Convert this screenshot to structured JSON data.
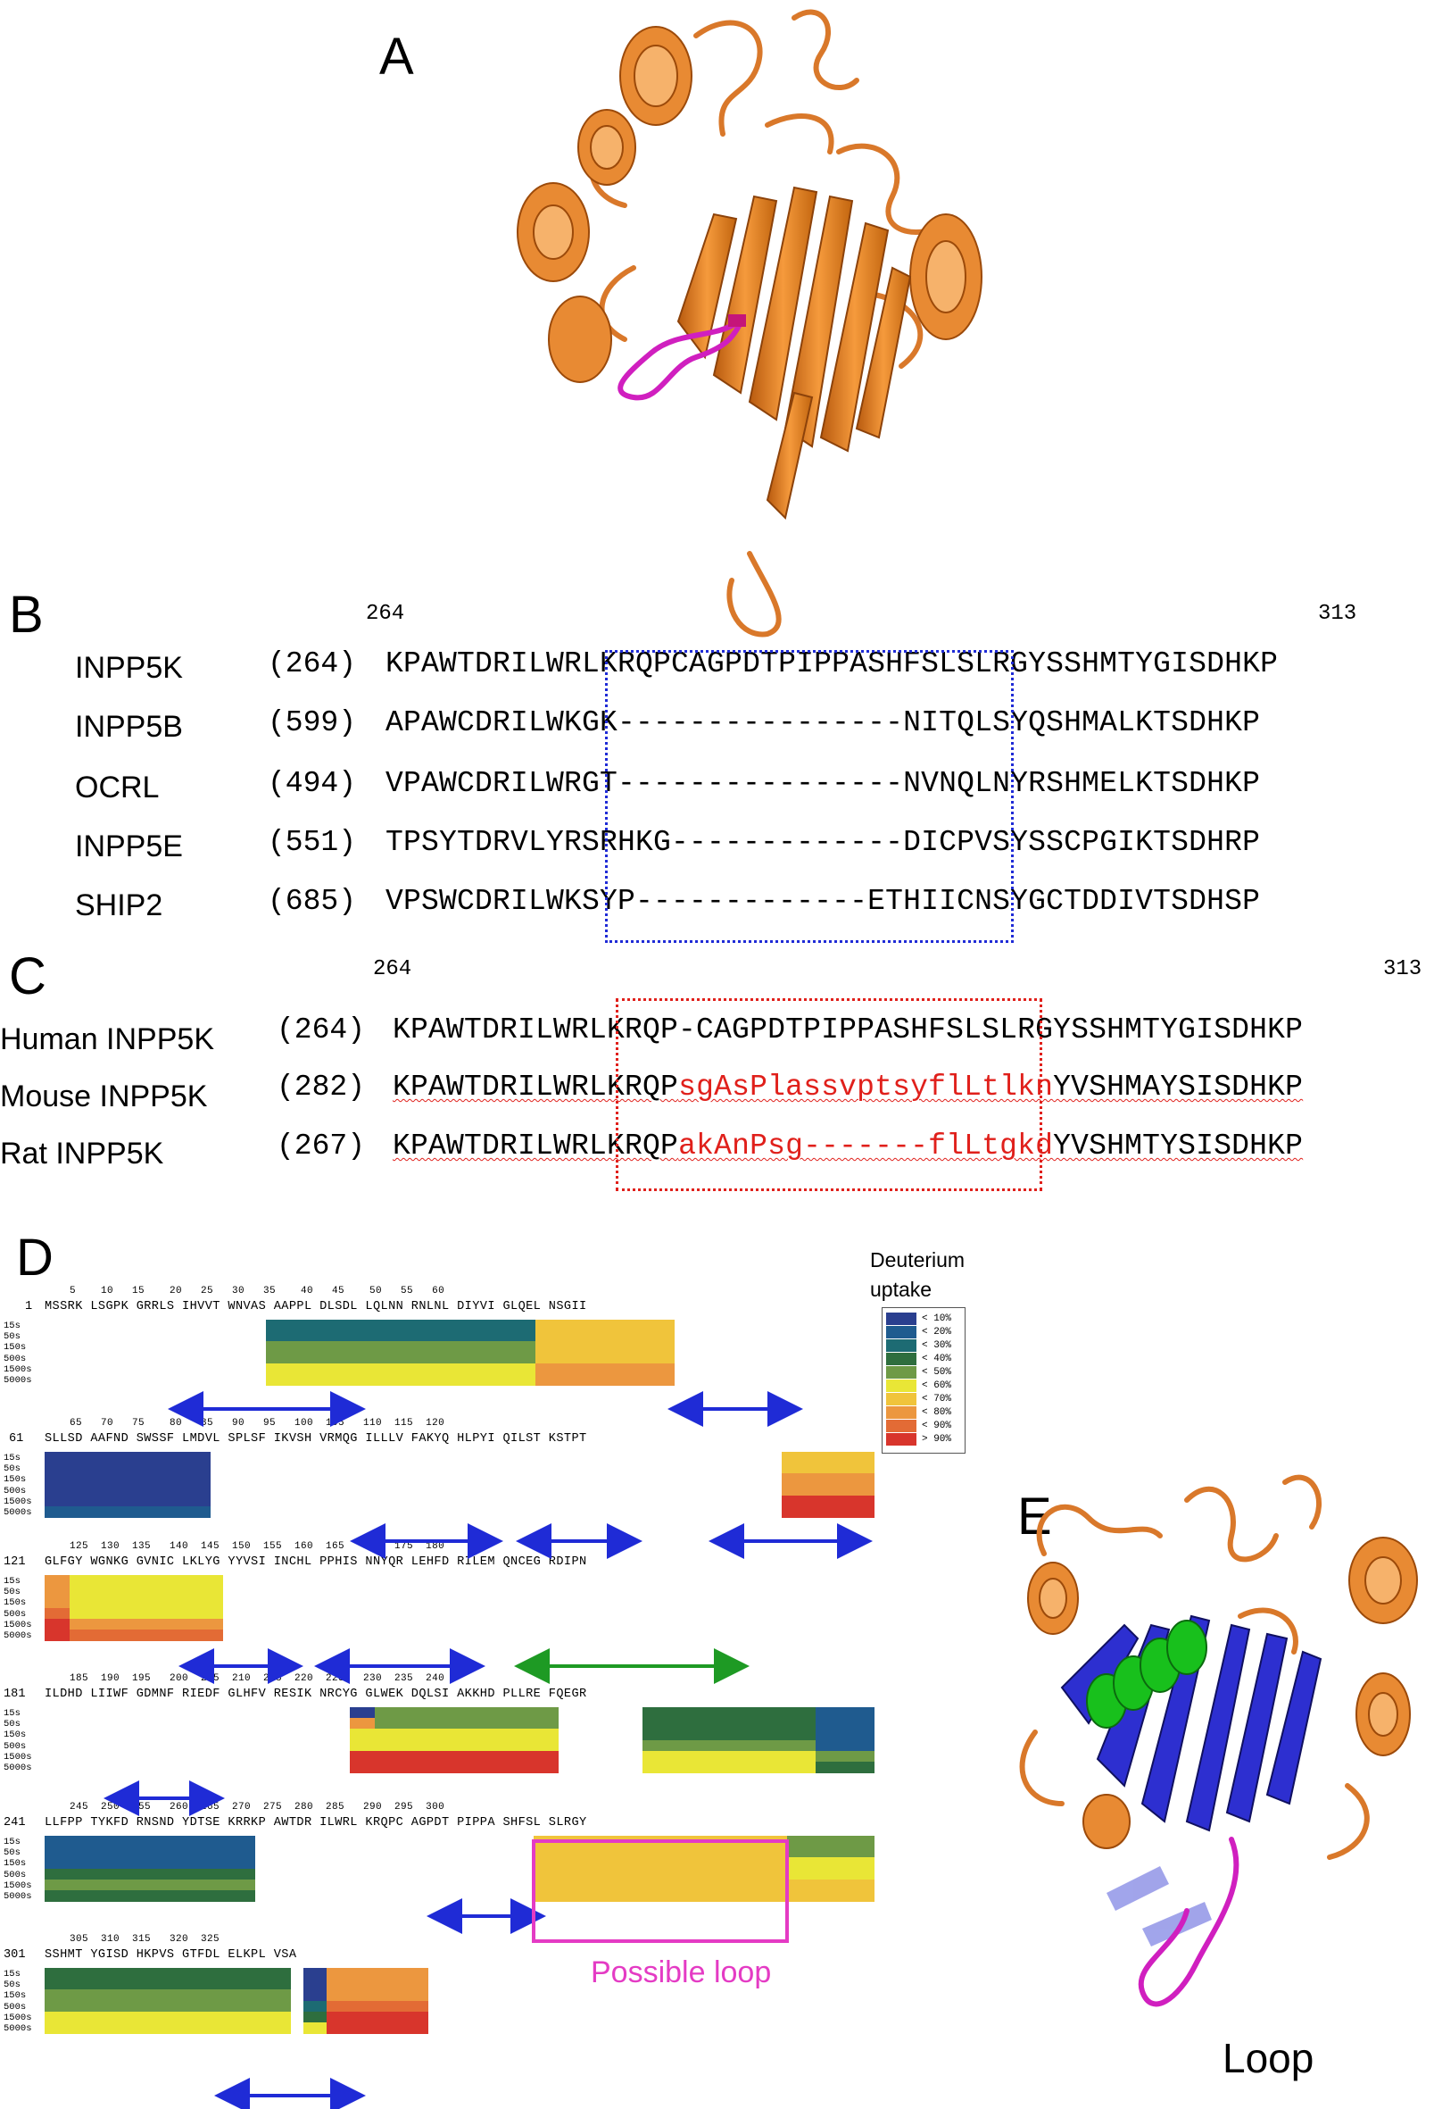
{
  "panels": {
    "a": "A",
    "b": "B",
    "c": "C",
    "d": "D",
    "e": "E"
  },
  "panel_b": {
    "start": "264",
    "end": "313",
    "rows": [
      {
        "name": "INPP5K",
        "num": "(264)",
        "seq": "KPAWTDRILWRLKRQPCAGPDTPIPPASHFSLSLRGYSSHMTYGISDHKP"
      },
      {
        "name": "INPP5B",
        "num": "(599)",
        "seq": "APAWCDRILWKGK----------------NITQLSYQSHMALKTSDHKP"
      },
      {
        "name": "OCRL",
        "num": "(494)",
        "seq": "VPAWCDRILWRGT----------------NVNQLNYRSHMELKTSDHKP"
      },
      {
        "name": "INPP5E",
        "num": "(551)",
        "seq": "TPSYTDRVLYRSRHKG-------------DICPVSYSSCPGIKTSDHRP"
      },
      {
        "name": "SHIP2",
        "num": "(685)",
        "seq": "VPSWCDRILWKSYP-------------ETHIICNSYGCTDDIVTSDHSP"
      }
    ]
  },
  "panel_c": {
    "start": "264",
    "end": "313",
    "rows": [
      {
        "name": "Human INPP5K",
        "num": "(264)",
        "black1": "KPAWTDRILWRLKRQP-CAGPDTPIPPASHFSLSLRGYSSHMTYGISDHKP",
        "red": "",
        "black2": ""
      },
      {
        "name": "Mouse INPP5K",
        "num": "(282)",
        "black1": "KPAWTDRILWRLKRQP",
        "red": "sgAsPlassvptsyflLtlkn",
        "black2": "YVSHMAYSISDHKP"
      },
      {
        "name": "Rat INPP5K",
        "num": "(267)",
        "black1": "KPAWTDRILWRLKRQP",
        "red": "akAnPsg-------flLtgkd",
        "black2": "YVSHMTYSISDHKP"
      }
    ]
  },
  "panel_d": {
    "legend_title_1": "Deuterium",
    "legend_title_2": "uptake",
    "legend": [
      {
        "label": "< 10%",
        "color": "#2a3f8f"
      },
      {
        "label": "< 20%",
        "color": "#1f5b8f"
      },
      {
        "label": "< 30%",
        "color": "#1d6b73"
      },
      {
        "label": "< 40%",
        "color": "#2e6e3e"
      },
      {
        "label": "< 50%",
        "color": "#6e9a46"
      },
      {
        "label": "< 60%",
        "color": "#e9e636"
      },
      {
        "label": "< 70%",
        "color": "#f0c43b"
      },
      {
        "label": "< 80%",
        "color": "#ec973f"
      },
      {
        "label": "< 90%",
        "color": "#e36b35"
      },
      {
        "label": "> 90%",
        "color": "#d8352c"
      }
    ],
    "time_labels": [
      "15s",
      "50s",
      "150s",
      "500s",
      "1500s",
      "5000s"
    ],
    "rows": [
      {
        "start": "1",
        "ticks": "    5    10   15    20   25   30   35    40   45    50   55   60",
        "seq": "MSSRK LSGPK GRRLS IHVVT WNVAS AAPPL DLSDL LQLNN RNLNL DIYVI GLQEL NSGII"
      },
      {
        "start": "61",
        "ticks": "    65   70   75    80   85   90   95   100  105   110  115  120",
        "seq": "SLLSD AAFND SWSSF LMDVL SPLSF IKVSH VRMQG ILLLV FAKYQ HLPYI QILST KSTPT"
      },
      {
        "start": "121",
        "ticks": "    125  130  135   140  145  150  155  160  165   170  175  180",
        "seq": "GLFGY WGNKG GVNIC LKLYG YYVSI INCHL PPHIS NNYQR LEHFD RILEM QNCEG RDIPN"
      },
      {
        "start": "181",
        "ticks": "    185  190  195   200  205  210  215  220  225   230  235  240",
        "seq": "ILDHD LIIWF GDMNF RIEDF GLHFV RESIK NRCYG GLWEK DQLSI AKKHD PLLRE FQEGR"
      },
      {
        "start": "241",
        "ticks": "    245  250  255   260  265  270  275  280  285   290  295  300",
        "seq": "LLFPP TYKFD RNSND YDTSE KRRKP AWTDR ILWRL KRQPC AGPDT PIPPA SHFSL SLRGY"
      },
      {
        "start": "301",
        "ticks": "    305  310  315   320  325",
        "seq": "SSHMT YGISD HKPVS GTFDL ELKPL VSA"
      }
    ],
    "loop_label": "Possible loop"
  },
  "panel_e": {
    "loop_label": "Loop"
  }
}
